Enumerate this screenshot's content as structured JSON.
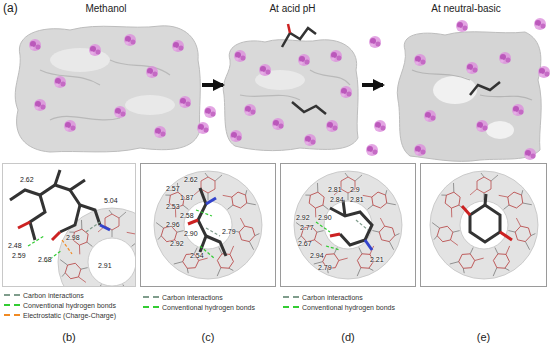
{
  "diagram": {
    "nodes": [
      {
        "text": [
          "Methanol"
        ]
      },
      {
        "text": [
          "At acid pH"
        ]
      },
      {
        "text": [
          "At neutral-basic"
        ]
      },
      {
        "text": [
          "(b)"
        ]
      },
      {
        "text": [
          "(c)"
        ]
      },
      {
        "text": [
          "(d)"
        ]
      },
      {
        "text": [
          "(e)"
        ]
      }
    ],
    "edges": [
      {
        "from": 0,
        "to": 1,
        "arrow": "to"
      },
      {
        "from": 1,
        "to": 2,
        "arrow": "to"
      }
    ],
    "labels": [
      "(a)",
      "2.62",
      "5.04",
      "2.98",
      "2.48",
      "2.59",
      "2.68",
      "2.91",
      "2.62",
      "2.57",
      "1.87",
      "2.53",
      "2.58",
      "2.96",
      "2.90",
      "2.92",
      "2.79",
      "2.54",
      "2.81",
      "2.9",
      "2.84",
      "2.81",
      "2.92",
      "2.90",
      "2.77",
      "2.67",
      "2.94",
      "2.79",
      "2.21"
    ],
    "legend": [
      {
        "text": "Carbon interactions",
        "color": "#7f9c8c"
      },
      {
        "text": "Conventional hydrogen bonds",
        "color": "#33cc33"
      },
      {
        "text": "Electrostatic (Charge-Charge)",
        "color": "#f08a24"
      },
      {
        "text": "Carbon interactions",
        "color": "#7f9c8c"
      },
      {
        "text": "Conventional hydrogen bonds",
        "color": "#33cc33"
      },
      {
        "text": "Carbon interactions",
        "color": "#7f9c8c"
      },
      {
        "text": "Conventional hydrogen bonds",
        "color": "#33cc33"
      }
    ]
  }
}
